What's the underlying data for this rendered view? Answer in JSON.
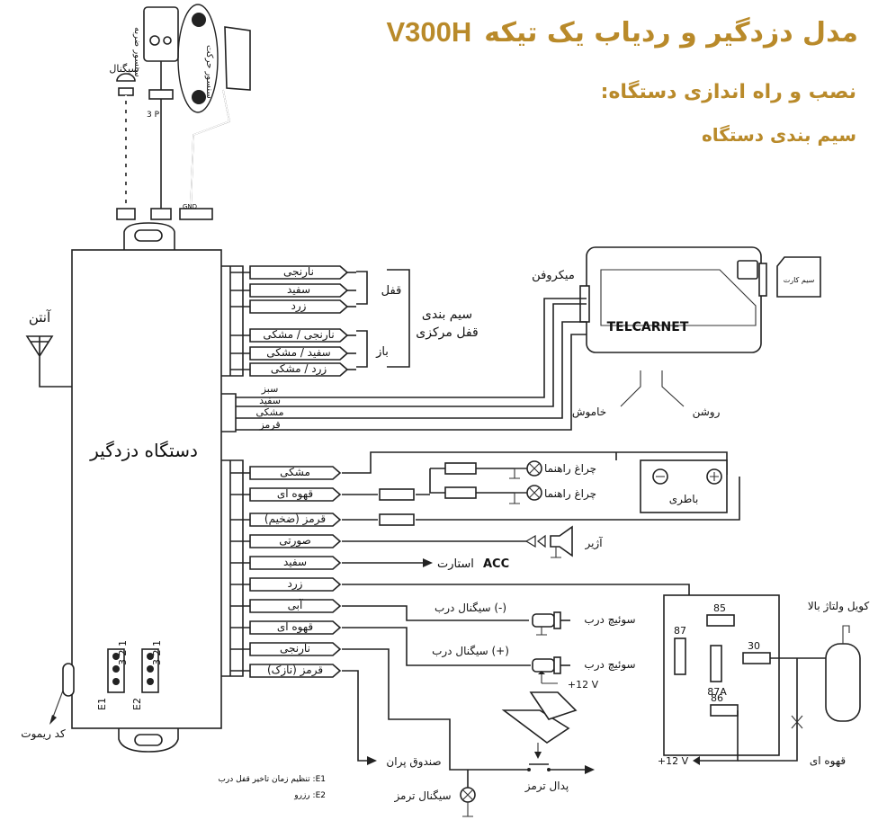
{
  "header": {
    "title": "مدل دزدگیر و ردیاب یک تیکه",
    "model": "V300H",
    "subtitle1": "نصب و راه اندازی دستگاه:",
    "subtitle2": "سیم بندی دستگاه"
  },
  "top_sensors": {
    "signal": "سیگنال",
    "shock": "سنسور ضربه",
    "motion": "سنسور حرکت",
    "connector_3p": "3 P",
    "gnd": "GND"
  },
  "main_unit": {
    "label": "دستگاه دزدگیر",
    "antenna": "آنتن",
    "remote_code": "کد ریموت",
    "e1": "E1",
    "e2": "E2",
    "jumper_pins": "3 2 1"
  },
  "central_lock": {
    "lock": "قفل",
    "unlock": "باز",
    "group_label_1": "سیم بندی",
    "group_label_2": "قفل مرکزی",
    "wires": [
      "نارنجی",
      "سفید",
      "زرد",
      "نارنجی / مشکی",
      "سفید / مشکی",
      "زرد / مشکی"
    ]
  },
  "tracker": {
    "brand": "TELCARNET",
    "microphone": "میکروفن",
    "sim": "سیم کارت",
    "off": "خاموش",
    "on": "روشن",
    "wires": [
      "سبز",
      "سفید",
      "مشکی",
      "قرمز"
    ]
  },
  "lower_wires": [
    "مشکی",
    "قهوه ای",
    "قرمز (ضخیم)",
    "صورتی",
    "سفید",
    "زرد",
    "آبی",
    "قهوه ای",
    "نارنجی",
    "قرمز (نازک)"
  ],
  "right_side": {
    "indicator": "چراغ راهنما",
    "battery": "باطری",
    "siren": "آژیر",
    "acc": "ACC",
    "start": "استارت",
    "door_neg": "سیگنال درب (-)",
    "door_pos": "سیگنال درب (+)",
    "door_switch": "سوئیچ درب",
    "plus12": "+12 V",
    "trunk": "صندوق پران",
    "brake_pedal": "پدال ترمز",
    "brake_signal": "سیگنال ترمز",
    "coil": "کویل ولتاژ بالا",
    "brown": "قهوه ای",
    "relay_85": "85",
    "relay_86": "86",
    "relay_87": "87",
    "relay_87a": "87A",
    "relay_30": "30"
  },
  "legend": {
    "e1_label": "E1:",
    "e1_text": "تنظیم زمان تاخیر قفل درب",
    "e2_label": "E2:",
    "e2_text": "رزرو"
  }
}
